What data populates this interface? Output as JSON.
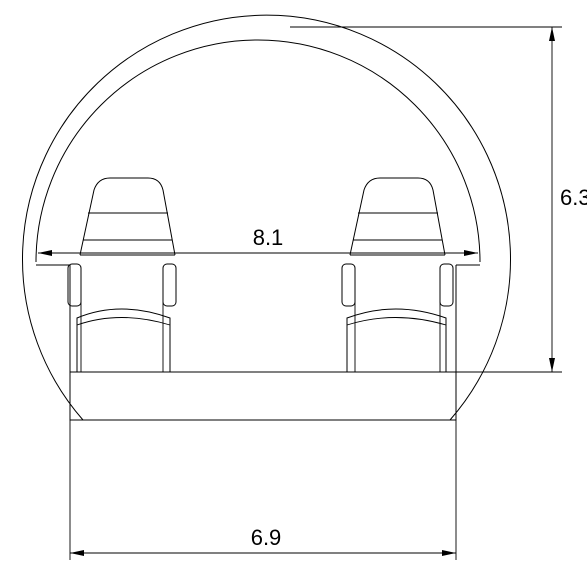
{
  "diagram": {
    "dimensions": {
      "inner_width": "8.1",
      "height": "6.3",
      "base_width": "6.9"
    }
  }
}
